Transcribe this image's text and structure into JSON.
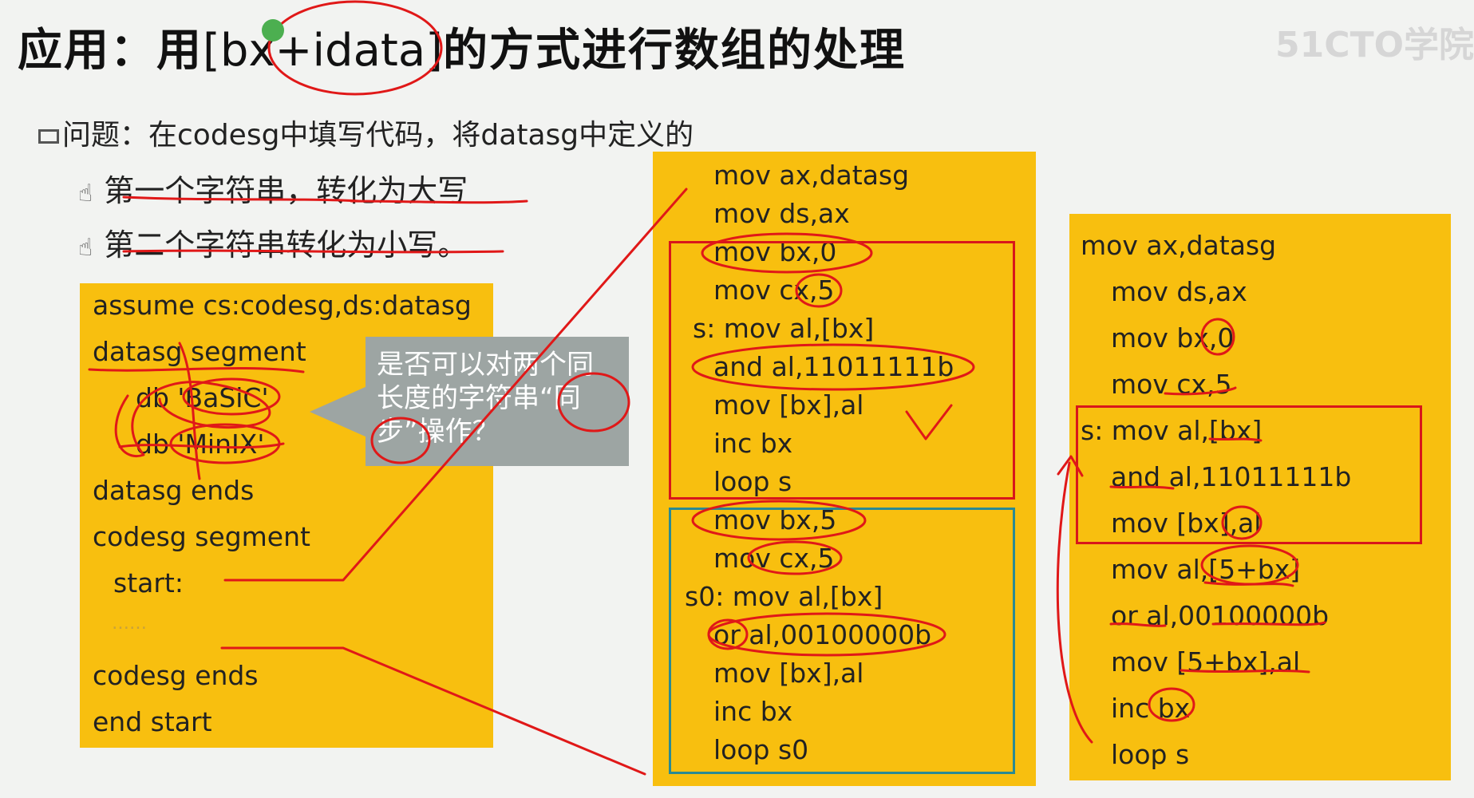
{
  "title": {
    "prefix": "应用：用",
    "code": "[bx+idata]",
    "suffix": "的方式进行数组的处理"
  },
  "watermark": "51CTO学院",
  "question": {
    "icon": "laptop-icon",
    "text": "问题：在codesg中填写代码，将datasg中定义的",
    "items": [
      {
        "icon": "hand-pointer-icon",
        "text": "第一个字符串，转化为大写"
      },
      {
        "icon": "hand-pointer-icon",
        "text": "第二个字符串转化为小写。"
      }
    ]
  },
  "callout": {
    "line1": "是否可以对两个同",
    "line2": "长度的字符串“同",
    "line3": "步”操作？"
  },
  "left_code": [
    "assume cs:codesg,ds:datasg",
    "datasg segment",
    "db 'BaSiC'",
    "db 'MinIX'",
    "datasg ends",
    "codesg segment",
    "start:",
    "……",
    "codesg ends",
    "end start"
  ],
  "middle_code": [
    "mov ax,datasg",
    "mov ds,ax",
    "mov bx,0",
    "mov cx,5",
    "s: mov al,[bx]",
    "and al,11011111b",
    "mov [bx],al",
    "inc bx",
    "loop s",
    "mov bx,5",
    "mov cx,5",
    "s0: mov al,[bx]",
    "or al,00100000b",
    "mov [bx],al",
    "inc bx",
    "loop s0"
  ],
  "right_code": [
    "mov ax,datasg",
    "mov ds,ax",
    "mov bx,0",
    "mov cx,5",
    "s: mov al,[bx]",
    "and al,11011111b",
    "mov [bx],al",
    "mov al,[5+bx]",
    "or al,00100000b",
    "mov [5+bx],al",
    "inc bx",
    "loop s"
  ],
  "colors": {
    "code_box": "#f8bf0f",
    "callout": "#9da5a3",
    "red_frame": "#d8161b",
    "teal_frame": "#2a8a93",
    "ink": "#e01818"
  }
}
